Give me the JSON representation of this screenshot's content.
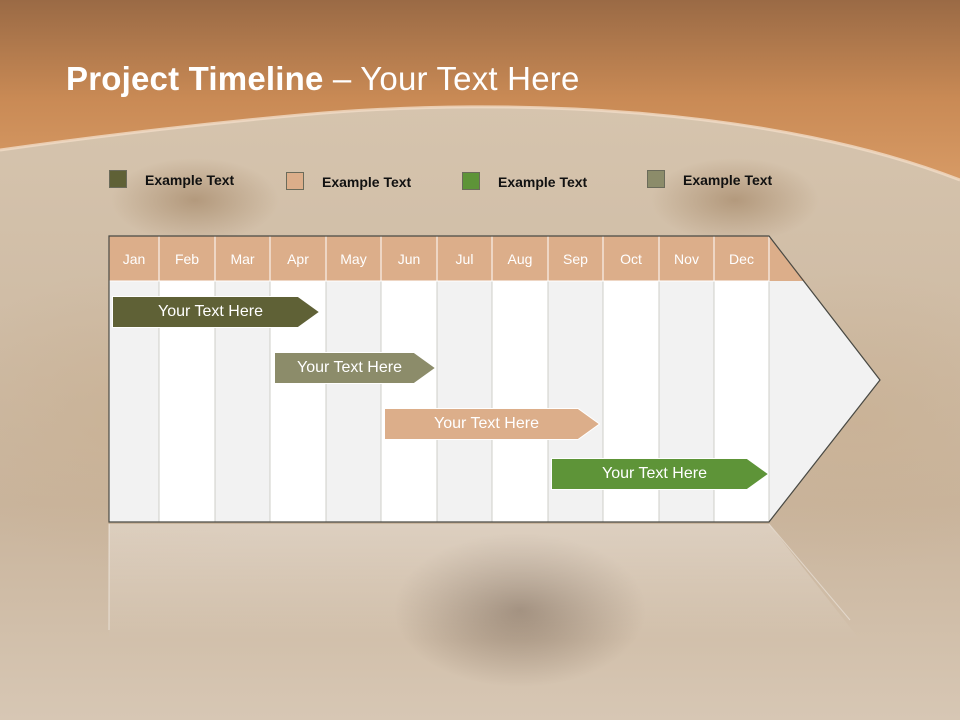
{
  "slide": {
    "title_bold": "Project Timeline",
    "title_rest": " – Your Text Here"
  },
  "legend": [
    {
      "label": "Example Text",
      "color": "#5f6136"
    },
    {
      "label": "Example Text",
      "color": "#dcae8a"
    },
    {
      "label": "Example Text",
      "color": "#5e9438"
    },
    {
      "label": "Example Text",
      "color": "#8c8c6a"
    }
  ],
  "months": [
    "Jan",
    "Feb",
    "Mar",
    "Apr",
    "May",
    "Jun",
    "Jul",
    "Aug",
    "Sep",
    "Oct",
    "Nov",
    "Dec"
  ],
  "tasks": [
    {
      "label": "Your  Text Here",
      "start_month": "Jan",
      "end_month": "Apr",
      "color": "#5f6136"
    },
    {
      "label": "Your  Text Here",
      "start_month": "Apr",
      "end_month": "Jun",
      "color": "#8c8c6a"
    },
    {
      "label": "Your  Text Here",
      "start_month": "Jun",
      "end_month": "Sep",
      "color": "#dcae8a"
    },
    {
      "label": "Your  Text Here",
      "start_month": "Sep",
      "end_month": "Dec",
      "color": "#5e9438"
    }
  ],
  "colors": {
    "header_band": "#c98a55",
    "month_header": "#dcae8a",
    "column_light": "#f2f2f2",
    "column_white": "#ffffff",
    "outline": "#8a8a80"
  }
}
